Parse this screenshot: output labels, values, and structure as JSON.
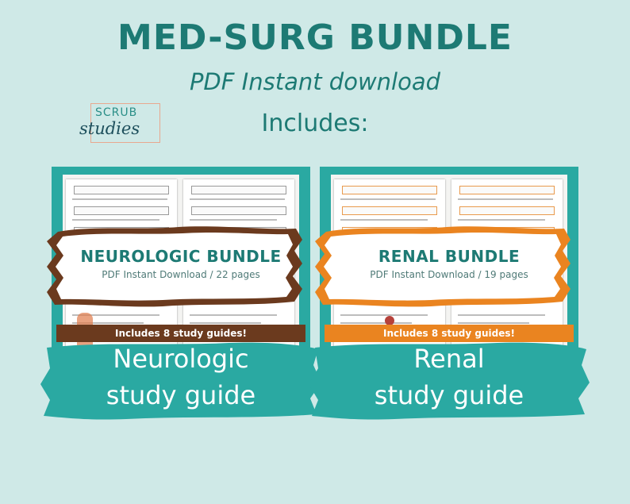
{
  "header": {
    "title": "MED-SURG BUNDLE",
    "subtitle": "PDF Instant download",
    "includes": "Includes:"
  },
  "logo": {
    "top_text": "SCRUB",
    "bottom_text": "studies",
    "colors": {
      "box": "#e8a88f",
      "top": "#2b8f88",
      "bottom": "#1d4f5c"
    }
  },
  "colors": {
    "background": "#cfe9e7",
    "teal": "#1d7a74",
    "panel": "#2aa9a2",
    "brown": "#6b3a1e",
    "orange": "#ea8420"
  },
  "products": [
    {
      "name": "NEUROLOGIC BUNDLE",
      "details": "PDF Instant Download / 22 pages",
      "badge": "Includes 8 study guides!",
      "caption_line1": "Neurologic",
      "caption_line2": "study guide",
      "accent": "#6b3a1e"
    },
    {
      "name": "RENAL BUNDLE",
      "details": "PDF Instant Download / 19 pages",
      "badge": "Includes 8 study guides!",
      "caption_line1": "Renal",
      "caption_line2": "study guide",
      "accent": "#ea8420"
    }
  ]
}
